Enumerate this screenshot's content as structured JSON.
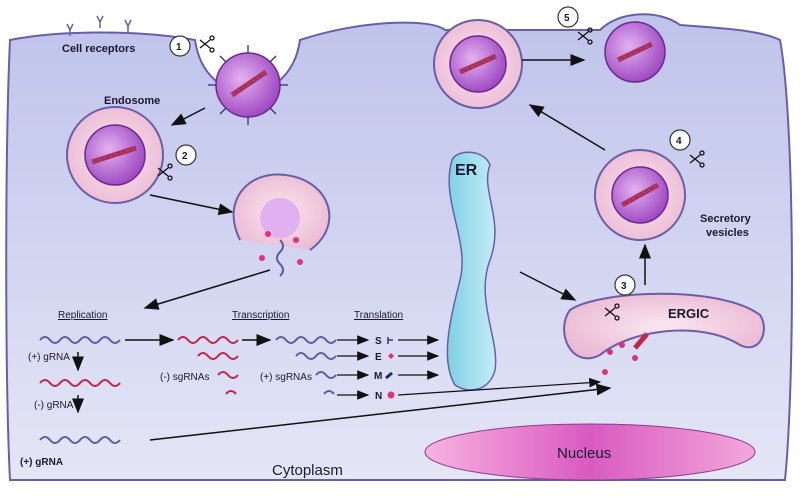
{
  "labels": {
    "cell_receptors": "Cell receptors",
    "endosome": "Endosome",
    "er": "ER",
    "ergic": "ERGIC",
    "secretory_vesicles_line1": "Secretory",
    "secretory_vesicles_line2": "vesicles",
    "nucleus": "Nucleus",
    "cytoplasm": "Cytoplasm"
  },
  "steps": [
    "1",
    "2",
    "3",
    "4",
    "5"
  ],
  "sections": {
    "replication": "Replication",
    "transcription": "Transcription",
    "translation": "Translation"
  },
  "rna_labels": {
    "pos_grna": "(+) gRNA",
    "neg_grna": "(-) gRNA",
    "pos_grna_bold": "(+) gRNA",
    "neg_sgrnas": "(-) sgRNAs",
    "pos_sgrnas": "(+) sgRNAs"
  },
  "proteins": [
    "S",
    "E",
    "M",
    "N"
  ],
  "colors": {
    "cell_fill": "#c9cdec",
    "membrane": "#6a5ea8",
    "virus": "#a657c8",
    "vesicle_pink": "#f1c6dc",
    "er_fill": "#a6e0ee",
    "nucleus": "#e36ec4",
    "rna_pos": "#5b5f9e",
    "rna_neg": "#c0264b",
    "n_protein": "#e0327a"
  }
}
